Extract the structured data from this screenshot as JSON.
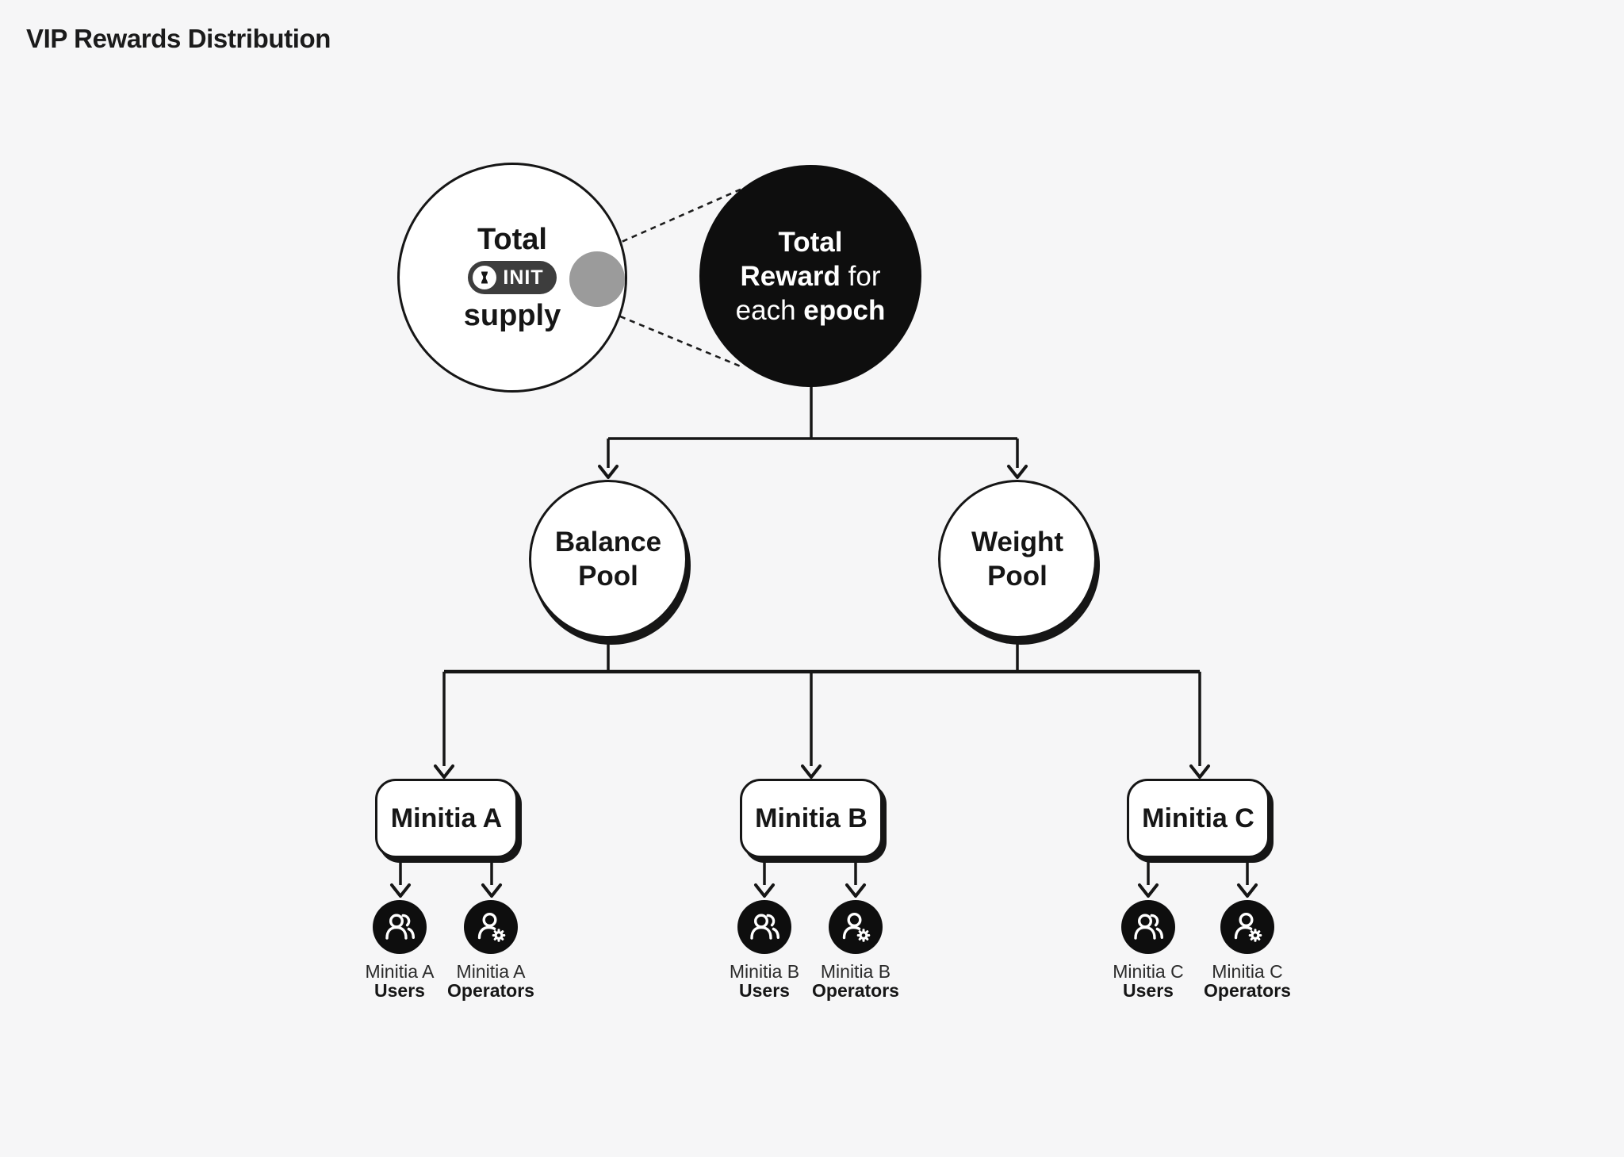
{
  "title": "VIP Rewards Distribution",
  "colors": {
    "background": "#f6f6f7",
    "ink": "#161616",
    "node_black": "#0e0e0e",
    "node_white": "#ffffff",
    "gray_dot": "#9b9b9b",
    "badge_background": "#3d3d3d"
  },
  "nodes": {
    "total_supply": {
      "line_top": "Total",
      "badge": "INIT",
      "line_bottom": "supply"
    },
    "total_reward": {
      "line1_bold": "Total",
      "line2_bold": "Reward",
      "line2_regular": " for",
      "line3_regular": "each ",
      "line3_bold": "epoch"
    },
    "balance_pool": {
      "line1": "Balance",
      "line2": "Pool"
    },
    "weight_pool": {
      "line1": "Weight",
      "line2": "Pool"
    }
  },
  "minitias": [
    {
      "name": "Minitia A",
      "users": {
        "line1": "Minitia A",
        "line2": "Users"
      },
      "operators": {
        "line1": "Minitia A",
        "line2": "Operators"
      }
    },
    {
      "name": "Minitia B",
      "users": {
        "line1": "Minitia B",
        "line2": "Users"
      },
      "operators": {
        "line1": "Minitia B",
        "line2": "Operators"
      }
    },
    {
      "name": "Minitia C",
      "users": {
        "line1": "Minitia C",
        "line2": "Users"
      },
      "operators": {
        "line1": "Minitia C",
        "line2": "Operators"
      }
    }
  ],
  "icons": {
    "users": "users-icon",
    "operators": "operator-gear-icon",
    "init_logo": "init-logo-icon"
  }
}
